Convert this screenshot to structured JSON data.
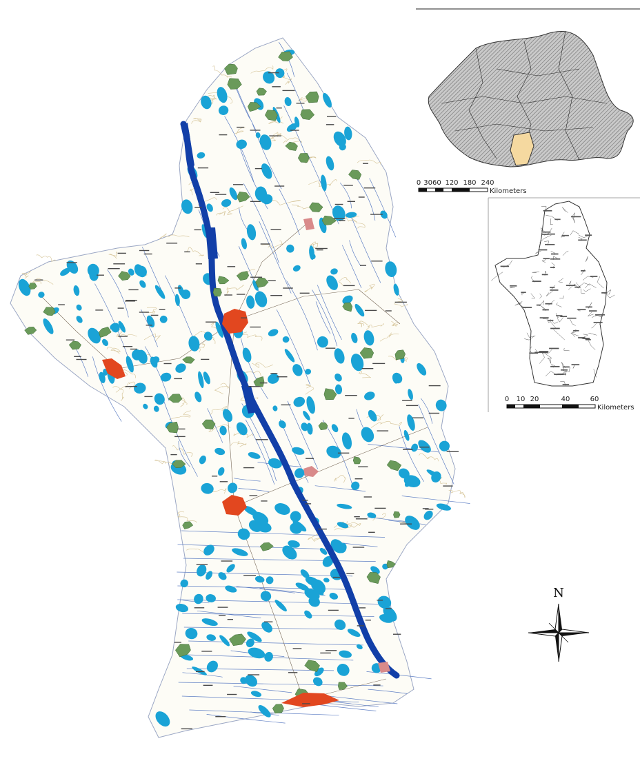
{
  "colors": {
    "river_main": "#123fa8",
    "water_bodies": "#1aa3d6",
    "settlements_rural": "#6a9a5a",
    "towns": "#e2471f",
    "towns_secondary": "#d98a8a",
    "contours": "#d9c9a0",
    "county_highlight": "#f5d9a0",
    "country_hatch": "#6d6d6d",
    "minor_streams": "#5f7fc4"
  },
  "inset_country": {
    "scale_labels": [
      "0",
      "3060",
      "120",
      "180",
      "240"
    ],
    "scale_unit": "Kilometers"
  },
  "inset_county": {
    "scale_labels": [
      "0",
      "10",
      "20",
      "40",
      "60"
    ],
    "scale_unit": "Kilometers"
  },
  "north_arrow": {
    "label": "N",
    "icon": "compass-rose-icon"
  }
}
